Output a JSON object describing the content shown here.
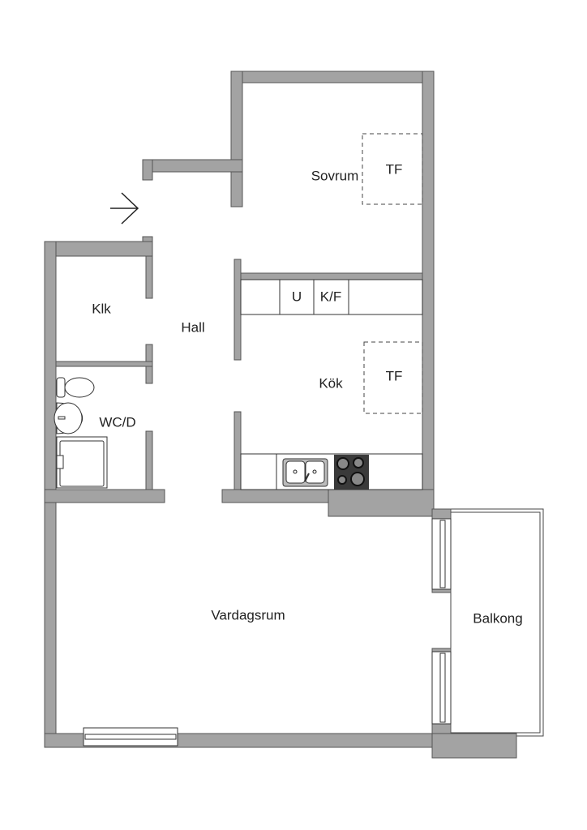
{
  "rooms": {
    "bedroom": "Sovrum",
    "bedroom_wardrobe": "TF",
    "closet": "Klk",
    "hall": "Hall",
    "bathroom": "WC/D",
    "kitchen": "Kök",
    "kitchen_wardrobe": "TF",
    "freezer": "U",
    "fridge_freezer": "K/F",
    "living_room": "Vardagsrum",
    "balcony": "Balkong"
  },
  "colors": {
    "wall": "#a3a3a3",
    "outline": "#555555",
    "hob": "#3a3a3a"
  }
}
